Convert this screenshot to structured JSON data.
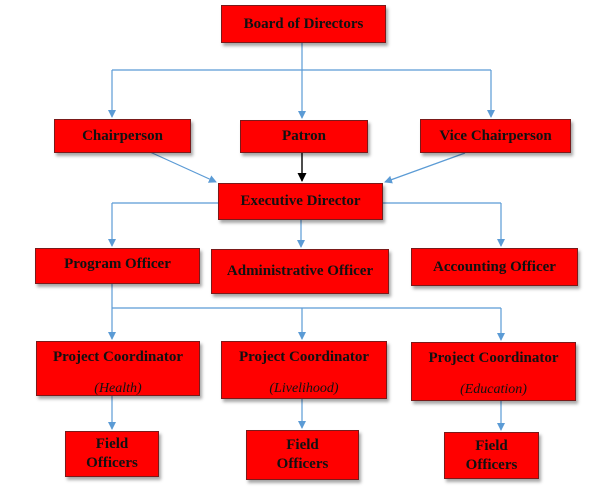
{
  "org_chart": {
    "board": "Board of Directors",
    "chairperson": "Chairperson",
    "patron": "Patron",
    "vice_chairperson": "Vice Chairperson",
    "executive_director": "Executive Director",
    "program_officer": "Program Officer",
    "administrative_officer": "Administrative Officer",
    "accounting_officer": "Accounting Officer",
    "coordinators": [
      {
        "title": "Project Coordinator",
        "area": "(Health)"
      },
      {
        "title": "Project Coordinator",
        "area": "(Livelihood)"
      },
      {
        "title": "Project Coordinator",
        "area": "(Education)"
      }
    ],
    "field_officers": [
      {
        "line1": "Field",
        "line2": "Officers"
      },
      {
        "line1": "Field",
        "line2": "Officers"
      },
      {
        "line1": "Field",
        "line2": "Officers"
      }
    ],
    "colors": {
      "box_fill": "#ff0000",
      "connector": "#5b9bd5",
      "patron_arrow": "#000000"
    }
  }
}
